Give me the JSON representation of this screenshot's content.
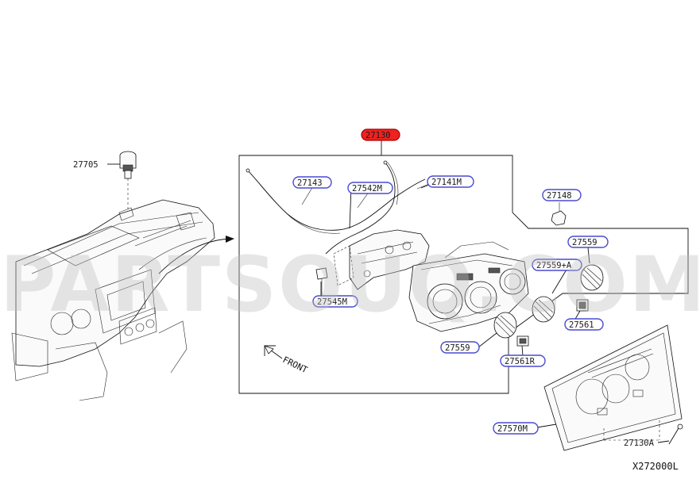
{
  "diagram": {
    "main_part": "27130",
    "parts": {
      "p27705": "27705",
      "p27143": "27143",
      "p27542m": "27542M",
      "p27141m": "27141M",
      "p27148": "27148",
      "p27559a": "27559",
      "p27559plusA": "27559+A",
      "p27545m": "27545M",
      "p27561": "27561",
      "p27559b": "27559",
      "p27561r": "27561R",
      "p27570m": "27570M",
      "p27130a": "27130A"
    },
    "front_label": "FRONT",
    "watermark": "PARTSOUQ.COM",
    "diagram_code": "X272000L"
  },
  "colors": {
    "highlight": "#ee2222",
    "label_border": "#4a4ad0",
    "line": "#111111"
  }
}
